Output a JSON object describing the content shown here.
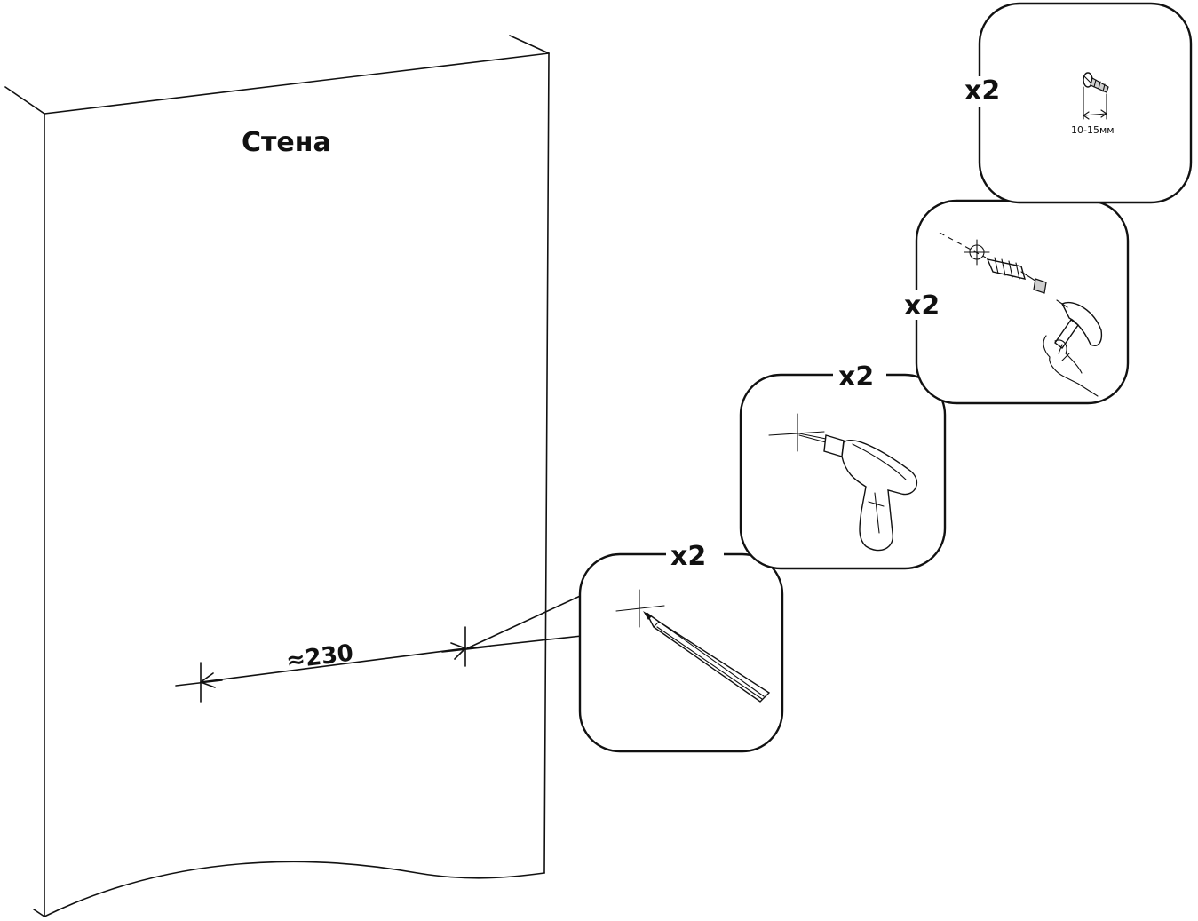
{
  "wall": {
    "label": "Стена"
  },
  "dimension": {
    "label": "≈230"
  },
  "steps": [
    {
      "id": "mark",
      "qty_label": "x2",
      "tool": "pencil"
    },
    {
      "id": "drill",
      "qty_label": "x2",
      "tool": "drill"
    },
    {
      "id": "dowel",
      "qty_label": "x2",
      "tool": "hammer-dowel-screw"
    },
    {
      "id": "screw",
      "qty_label": "x2",
      "tool": "screw",
      "gap_label": "10-15мм"
    }
  ],
  "colors": {
    "ink": "#111111",
    "background": "#ffffff"
  }
}
